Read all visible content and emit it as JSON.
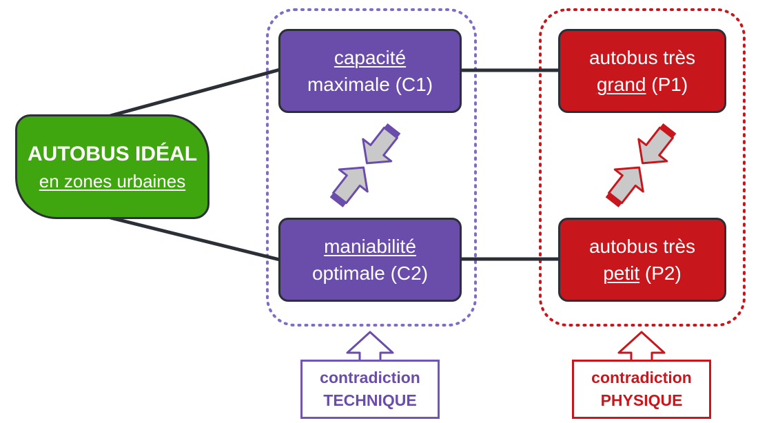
{
  "colors": {
    "technical": "#6a4caa",
    "physical": "#c8161d",
    "ideal": "#3fa60f",
    "connector": "#2b2f36",
    "arrow_fill": "#c9c9c9"
  },
  "ideal": {
    "title": "AUTOBUS IDÉAL",
    "subtitle": "en zones urbaines"
  },
  "technical": {
    "c1": {
      "underlined": "capacité",
      "rest": "maximale (C1)"
    },
    "c2": {
      "underlined": "maniabilité",
      "rest": "optimale (C2)"
    },
    "label_line1": "contradiction",
    "label_line2": "TECHNIQUE"
  },
  "physical": {
    "p1": {
      "prefix": "autobus très",
      "underlined": "grand",
      "suffix": " (P1)"
    },
    "p2": {
      "prefix": "autobus très",
      "underlined": "petit",
      "suffix": " (P2)"
    },
    "label_line1": "contradiction",
    "label_line2": "PHYSIQUE"
  }
}
